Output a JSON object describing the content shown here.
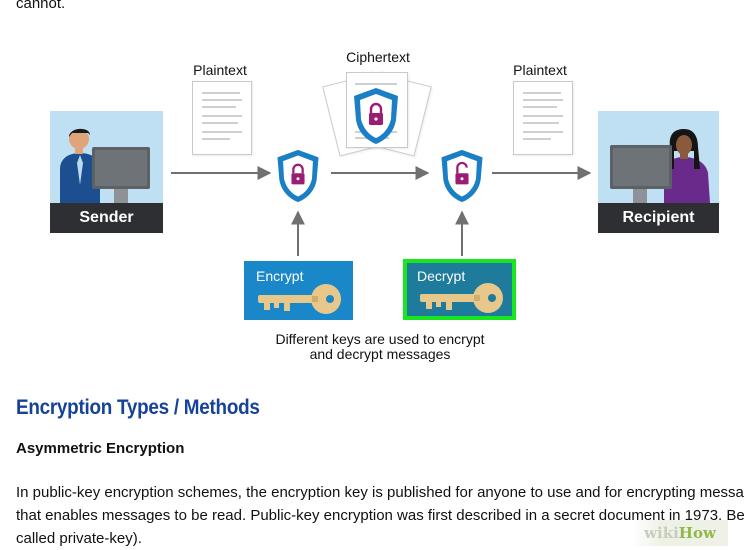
{
  "article": {
    "top_text": "cannot.",
    "heading": "Encryption Types / Methods",
    "subheading": "Asymmetric Encryption",
    "paragraph_lines": [
      "In public-key encryption schemes, the encryption key is published for anyone to use and for encrypting messa",
      "that enables messages to be read. Public-key encryption was first described in a secret document in 1973. Be",
      "called private-key)."
    ]
  },
  "diagram": {
    "plaintext_left": "Plaintext",
    "ciphertext": "Ciphertext",
    "plaintext_right": "Plaintext",
    "sender": "Sender",
    "recipient": "Recipient",
    "encrypt_key": "Encrypt",
    "decrypt_key": "Decrypt",
    "caption_line1": "Different keys are used to encrypt",
    "caption_line2": "and decrypt messages"
  },
  "watermark": {
    "part1": "wiki",
    "part2": "How"
  },
  "colors": {
    "heading": "#17429a",
    "encrypt_box": "#1a87c9",
    "decrypt_box": "#1e7b9c",
    "decrypt_border": "#19e61e",
    "shield_outer": "#1a7fc4",
    "lock": "#9a1d73",
    "key": "#e8c78a",
    "nameplate": "#2d2f33"
  }
}
